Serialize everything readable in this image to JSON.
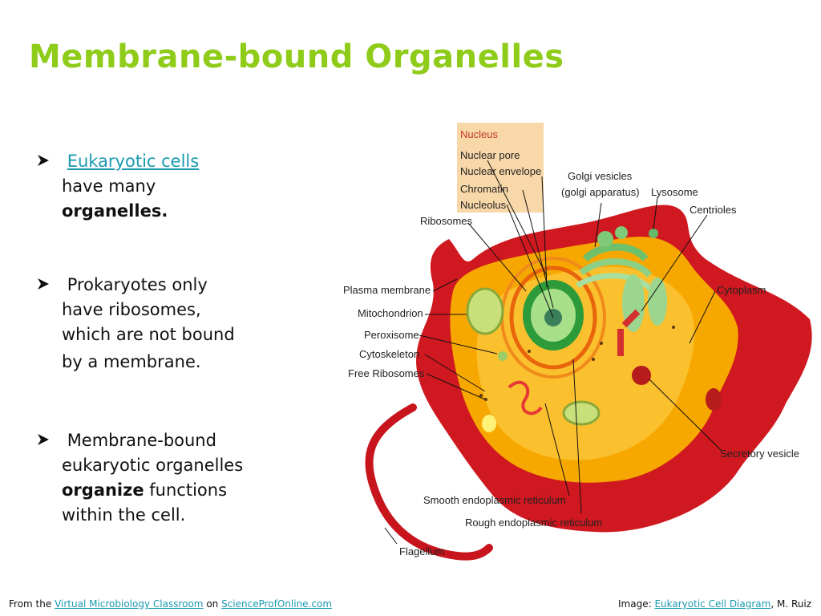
{
  "slide": {
    "title": "Membrane-bound Organelles"
  },
  "bullets": [
    {
      "link": "Eukaryotic cells",
      "line2": "have many",
      "bold": "organelles."
    },
    {
      "lines": [
        "Prokaryotes only",
        "have ribosomes,",
        "which are not bound",
        "by a membrane."
      ]
    },
    {
      "line1": "Membrane-bound",
      "line2": "eukaryotic organelles",
      "bold": "organize",
      "rest": " functions",
      "line4": "within the cell."
    }
  ],
  "diagram": {
    "labels": {
      "nucleus": "Nucleus",
      "nuclear_pore": "Nuclear pore",
      "nuclear_envelope": "Nuclear envelope",
      "chromatin": "Chromatin",
      "nucleolus": "Nucleolus",
      "golgi_vesicles": "Golgi vesicles",
      "golgi_apparatus": "(golgi apparatus)",
      "lysosome": "Lysosome",
      "centrioles": "Centrioles",
      "ribosomes": "Ribosomes",
      "plasma_membrane": "Plasma membrane",
      "cytoplasm": "Cytoplasm",
      "mitochondrion": "Mitochondrion",
      "peroxisome": "Peroxisome",
      "cytoskeleton": "Cytoskeleton",
      "free_ribosomes": "Free Ribosomes",
      "secretory_vesicle": "Secretory vesicle",
      "smooth_er": "Smooth endoplasmic reticulum",
      "rough_er": "Rough endoplasmic reticulum",
      "flagellum": "Flagellum"
    }
  },
  "footer": {
    "from": "From the ",
    "link1": "Virtual Microbiology Classroom",
    "on": " on ",
    "link2": "ScienceProfOnline.com",
    "image_prefix": "Image: ",
    "link3": "Eukaryotic Cell Diagram",
    "credit": ", M. Ruiz"
  },
  "colors": {
    "title": "#8fcc1a",
    "link": "#1a9ab0",
    "membrane": "#d01820",
    "cytoplasm": "#f7a800",
    "nucleus_box": "#f8d8a8"
  }
}
